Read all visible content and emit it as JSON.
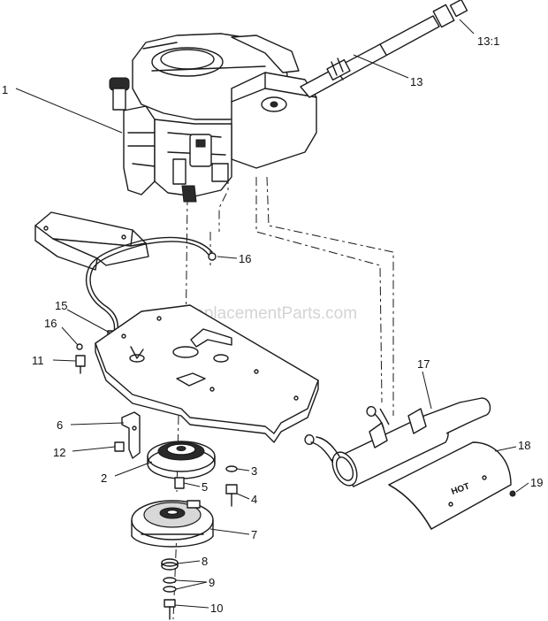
{
  "watermark": "eReplacementParts.com",
  "shield_text": "HOT",
  "callouts": [
    {
      "id": "1",
      "label": "1"
    },
    {
      "id": "13-1",
      "label": "13:1"
    },
    {
      "id": "13",
      "label": "13"
    },
    {
      "id": "16a",
      "label": "16"
    },
    {
      "id": "15",
      "label": "15"
    },
    {
      "id": "16b",
      "label": "16"
    },
    {
      "id": "11",
      "label": "11"
    },
    {
      "id": "17",
      "label": "17"
    },
    {
      "id": "6",
      "label": "6"
    },
    {
      "id": "12",
      "label": "12"
    },
    {
      "id": "18",
      "label": "18"
    },
    {
      "id": "2",
      "label": "2"
    },
    {
      "id": "3",
      "label": "3"
    },
    {
      "id": "19",
      "label": "19"
    },
    {
      "id": "5",
      "label": "5"
    },
    {
      "id": "4",
      "label": "4"
    },
    {
      "id": "7",
      "label": "7"
    },
    {
      "id": "8",
      "label": "8"
    },
    {
      "id": "9",
      "label": "9"
    },
    {
      "id": "10",
      "label": "10"
    }
  ]
}
